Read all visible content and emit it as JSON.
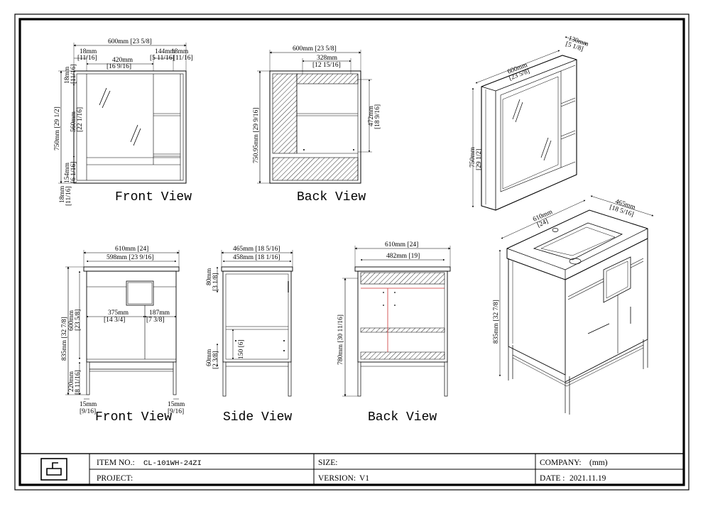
{
  "titleblock": {
    "item_no_label": "ITEM NO.:",
    "item_no_value": "CL-101WH-24ZI",
    "project_label": "PROJECT:",
    "project_value": "",
    "size_label": "SIZE:",
    "size_value": "",
    "version_label": "VERSION:",
    "version_value": "V1",
    "company_label": "COMPANY:",
    "company_value": "(mm)",
    "date_label": "DATE :",
    "date_value": "2021.11.19",
    "logo_icon": "sink-vanity-icon"
  },
  "views": {
    "cabinet_front": "Front View",
    "cabinet_back": "Back View",
    "vanity_front": "Front View",
    "vanity_side": "Side View",
    "vanity_back": "Back View"
  },
  "dims": {
    "cf_width": "600mm [23 5/8]",
    "cf_left_side": "18mm",
    "cf_left_side_in": "[11/16]",
    "cf_mirror_w": "420mm",
    "cf_mirror_w_in": "[16 9/16]",
    "cf_shelf_w": "144mm",
    "cf_shelf_w_in": "[5 11/16]",
    "cf_right_side": "18mm",
    "cf_right_side_in": "[11/16]",
    "cf_top": "18mm",
    "cf_top_in": "[11/16]",
    "cf_height": "750mm [29 1/2]",
    "cf_mirror_h": "560mm",
    "cf_mirror_h_in": "[22 1/16]",
    "cf_bottom_shelf": "154mm",
    "cf_bottom_shelf_in": "[6 1/16]",
    "cf_bottom": "18mm",
    "cf_bottom_in": "[11/16]",
    "cb_width": "600mm [23 5/8]",
    "cb_inner": "328mm",
    "cb_inner_in": "[12 15/16]",
    "cb_height": "750.95mm [29 9/16]",
    "cb_inner_h": "472mm",
    "cb_inner_h_in": "[18 9/16]",
    "iso_cab_width": "600mm",
    "iso_cab_width_in": "[23 5/8]",
    "iso_cab_depth": "130mm",
    "iso_cab_depth_in": "[5 1/8]",
    "iso_cab_height": "750mm",
    "iso_cab_height_in": "[29 1/2]",
    "vf_width": "610mm [24]",
    "vf_inner": "598mm [23 9/16]",
    "vf_drawer": "375mm",
    "vf_drawer_in": "[14 3/4]",
    "vf_door": "187mm",
    "vf_door_in": "[7 3/8]",
    "vf_height": "835mm [32 7/8]",
    "vf_cab_h": "600mm",
    "vf_cab_h_in": "[23 5/8]",
    "vf_leg_h": "220mm",
    "vf_leg_h_in": "[8 11/16]",
    "vf_leg_l": "15mm",
    "vf_leg_l_in": "[9/16]",
    "vf_leg_r": "15mm",
    "vf_leg_r_in": "[9/16]",
    "vs_depth": "465mm [18 5/16]",
    "vs_inner": "458mm [18 1/16]",
    "vs_top": "80mm",
    "vs_top_in": "[3 1/8]",
    "vs_shelf": "150 [6]",
    "vs_bottom": "60mm",
    "vs_bottom_in": "[2 3/8]",
    "vb_width": "610mm [24]",
    "vb_inner": "482mm [19]",
    "vb_height": "780mm [30 11/16]",
    "iso_van_width": "610mm",
    "iso_van_width_in": "[24]",
    "iso_van_depth": "465mm",
    "iso_van_depth_in": "[18 5/16]",
    "iso_van_height": "835mm [32 7/8]"
  }
}
